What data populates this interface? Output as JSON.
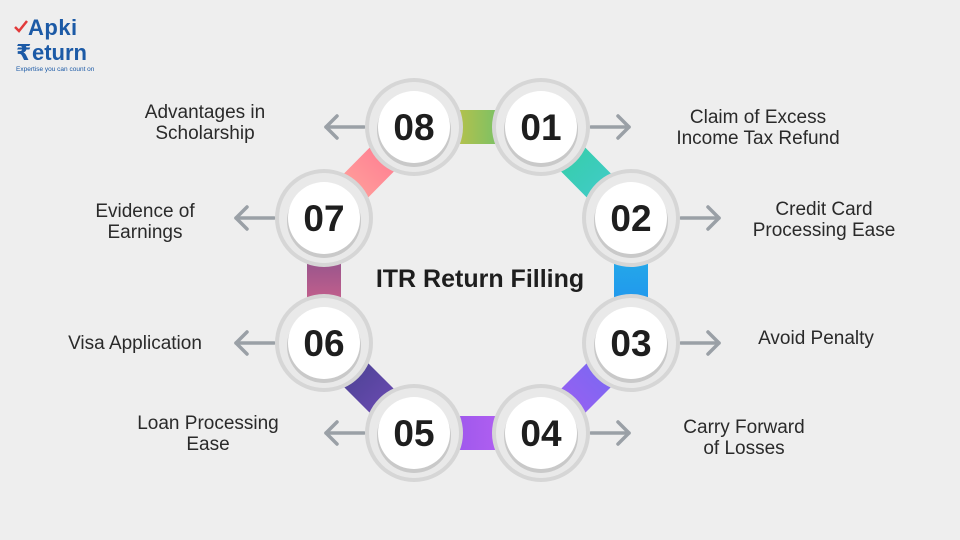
{
  "logo": {
    "line1": "Apki",
    "line2_symbol": "₹",
    "line2": "eturn",
    "tagline": "Expertise you can count on"
  },
  "center_title": "ITR Return Filling",
  "nodes": [
    {
      "number": "01",
      "label": [
        "Claim of Excess",
        "Income Tax Refund"
      ],
      "side": "right"
    },
    {
      "number": "02",
      "label": [
        "Credit Card",
        "Processing Ease"
      ],
      "side": "right"
    },
    {
      "number": "03",
      "label": [
        "Avoid Penalty"
      ],
      "side": "right"
    },
    {
      "number": "04",
      "label": [
        "Carry Forward",
        "of Losses"
      ],
      "side": "right"
    },
    {
      "number": "05",
      "label": [
        "Loan Processing",
        "Ease"
      ],
      "side": "left"
    },
    {
      "number": "06",
      "label": [
        "Visa Application"
      ],
      "side": "left"
    },
    {
      "number": "07",
      "label": [
        "Evidence of",
        "Earnings"
      ],
      "side": "left"
    },
    {
      "number": "08",
      "label": [
        "Advantages in",
        "Scholarship"
      ],
      "side": "left"
    }
  ],
  "colors": {
    "node_fill": "#ffffff",
    "node_text": "#1e1e1e",
    "arrow": "#9aa0a6",
    "segments": [
      [
        "#2fd09a",
        "#48c9d8"
      ],
      [
        "#27b8e6",
        "#1e88f0"
      ],
      [
        "#6a6cf2",
        "#a85cf2"
      ],
      [
        "#c065f5",
        "#8e52e8"
      ],
      [
        "#7a4ec0",
        "#3d3f86"
      ],
      [
        "#f06a8a",
        "#6a4a8e"
      ],
      [
        "#ffb3a0",
        "#ff6b8d"
      ],
      [
        "#f2c230",
        "#3fc080"
      ]
    ]
  }
}
